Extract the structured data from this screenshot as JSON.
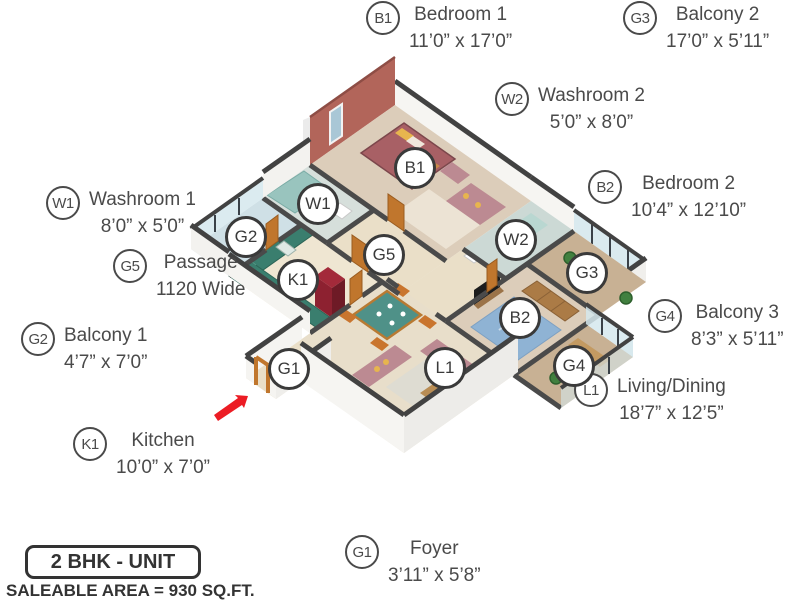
{
  "legend": {
    "unit_type": "2 BHK - UNIT",
    "saleable_area": "SALEABLE AREA = 930 SQ.FT."
  },
  "rooms": [
    {
      "code": "B1",
      "name": "Bedroom 1",
      "dims": "11’0” x 17’0”"
    },
    {
      "code": "G3",
      "name": "Balcony 2",
      "dims": "17’0” x 5’11”"
    },
    {
      "code": "W2",
      "name": "Washroom 2",
      "dims": "5’0” x 8’0”"
    },
    {
      "code": "B2",
      "name": "Bedroom 2",
      "dims": "10’4” x 12’10”"
    },
    {
      "code": "W1",
      "name": "Washroom 1",
      "dims": "8’0” x 5’0”"
    },
    {
      "code": "G5",
      "name": "Passage",
      "dims": "1120 Wide"
    },
    {
      "code": "G2",
      "name": "Balcony 1",
      "dims": "4’7” x 7’0”"
    },
    {
      "code": "G4",
      "name": "Balcony 3",
      "dims": "8’3” x 5’11”"
    },
    {
      "code": "L1",
      "name": "Living/Dining",
      "dims": "18’7” x 12’5”"
    },
    {
      "code": "K1",
      "name": "Kitchen",
      "dims": "10’0” x 7’0”"
    },
    {
      "code": "G1",
      "name": "Foyer",
      "dims": "3’11” x 5’8”"
    }
  ],
  "colors": {
    "label_text": "#4a4a4a",
    "wall_top": "#424242",
    "accent_wall": "#b2655a",
    "balcony_glass": "#d5e7ed",
    "kitchen_counter": "#3a7e6e",
    "sofa": "#bc8a92",
    "bed_bedroom1": "#a86065",
    "bed_bedroom2": "#8fb3d4",
    "fridge": "#8d2130",
    "door_wood": "#c0762d",
    "entrance_arrow": "#ec1c24"
  }
}
